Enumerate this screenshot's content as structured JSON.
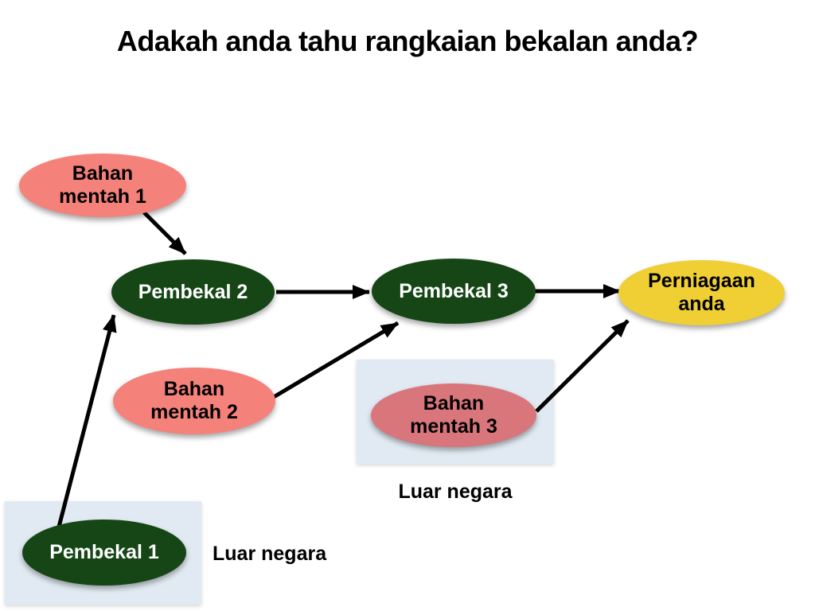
{
  "title": "Adakah anda tahu rangkaian bekalan anda?",
  "colors": {
    "background": "#FFFFFF",
    "title_text": "#000000",
    "supplier_green": "#164616",
    "raw_material_pink": "#F5817B",
    "raw_material_foreign_pink": "#D8767C",
    "business_yellow": "#EFCF33",
    "foreign_region_blue": "#E1EAF2",
    "arrow_black": "#000000",
    "node_text_light": "#FFFFFF",
    "node_text_dark": "#000000",
    "region_label_text": "#000000"
  },
  "nodes": [
    {
      "id": "bahan-mentah-1",
      "label": "Bahan\nmentah 1",
      "fill": "#F5817B",
      "text_color": "#000000"
    },
    {
      "id": "pembekal-2",
      "label": "Pembekal 2",
      "fill": "#164616",
      "text_color": "#FFFFFF"
    },
    {
      "id": "pembekal-3",
      "label": "Pembekal 3",
      "fill": "#164616",
      "text_color": "#FFFFFF"
    },
    {
      "id": "perniagaan-anda",
      "label": "Perniagaan\nanda",
      "fill": "#EFCF33",
      "text_color": "#000000"
    },
    {
      "id": "bahan-mentah-2",
      "label": "Bahan\nmentah 2",
      "fill": "#F5817B",
      "text_color": "#000000"
    },
    {
      "id": "bahan-mentah-3",
      "label": "Bahan\nmentah 3",
      "fill": "#D8767C",
      "text_color": "#000000"
    },
    {
      "id": "pembekal-1",
      "label": "Pembekal 1",
      "fill": "#164616",
      "text_color": "#FFFFFF"
    }
  ],
  "regions": [
    {
      "id": "luar-negara-bahan-mentah-3",
      "label": "Luar negara",
      "fill": "#E1EAF2",
      "contains": "bahan-mentah-3"
    },
    {
      "id": "luar-negara-pembekal-1",
      "label": "Luar negara",
      "fill": "#E1EAF2",
      "contains": "pembekal-1"
    }
  ],
  "edges": [
    {
      "from": "bahan-mentah-1",
      "to": "pembekal-2"
    },
    {
      "from": "pembekal-1",
      "to": "pembekal-2"
    },
    {
      "from": "pembekal-2",
      "to": "pembekal-3"
    },
    {
      "from": "bahan-mentah-2",
      "to": "pembekal-3"
    },
    {
      "from": "pembekal-3",
      "to": "perniagaan-anda"
    },
    {
      "from": "bahan-mentah-3",
      "to": "perniagaan-anda"
    }
  ]
}
